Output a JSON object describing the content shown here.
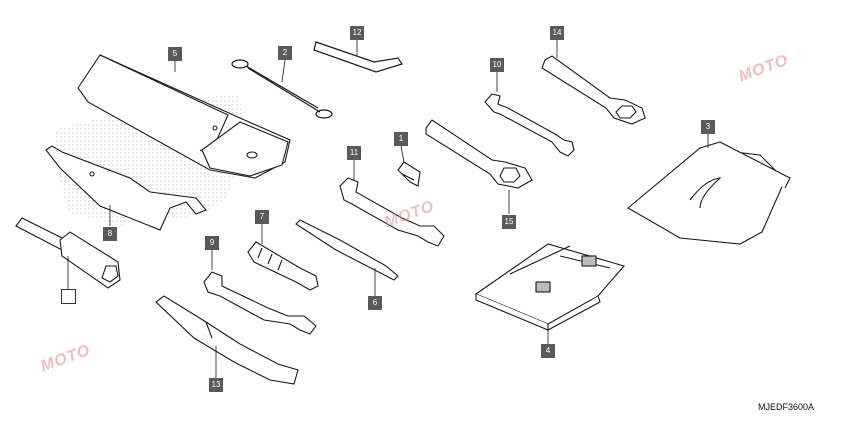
{
  "callouts": {
    "c1": "1",
    "c2": "2",
    "c3": "3",
    "c4": "4",
    "c5": "5",
    "c6": "6",
    "c7": "7",
    "c8": "8",
    "c9": "9",
    "c10": "10",
    "c11": "11",
    "c12": "12",
    "c13": "13",
    "c14": "14",
    "c15": "15"
  },
  "drawing_code": "MJEDF3600A",
  "watermark": "MOTO",
  "colors": {
    "callout_bg": "#5a5a5a",
    "line": "#1a1a1a",
    "watermark": "#e08a8a"
  }
}
